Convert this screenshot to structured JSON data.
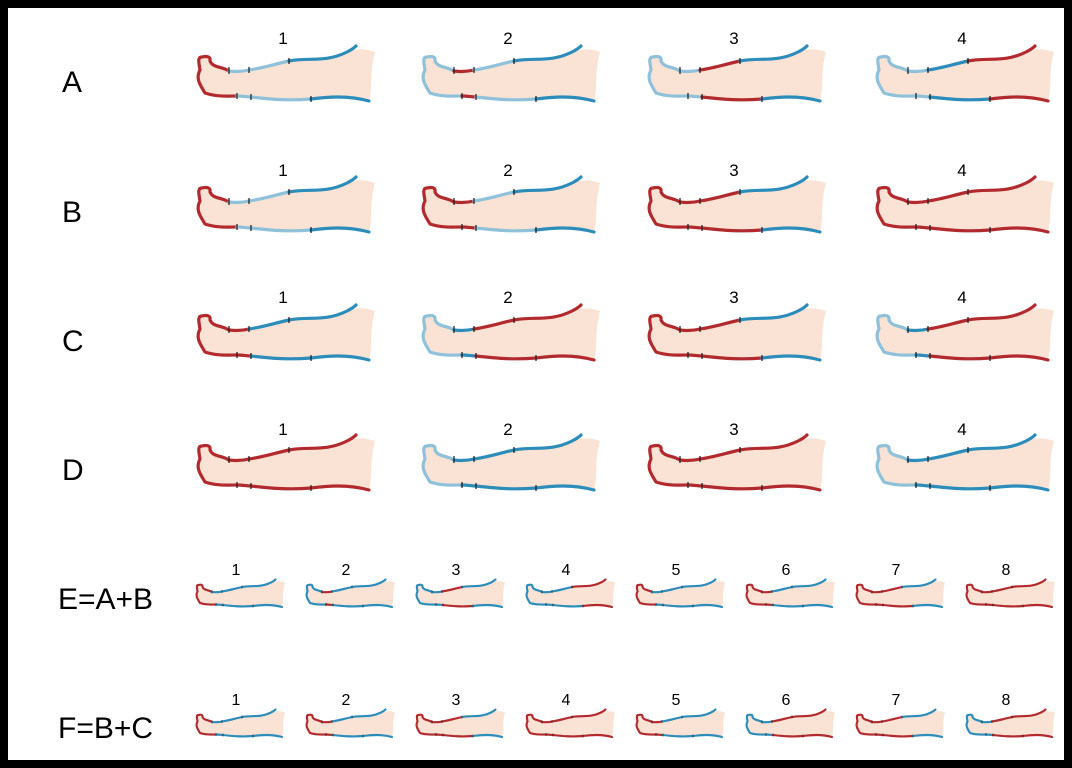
{
  "colors": {
    "skin": "#fae3d4",
    "red": "#b22a2e",
    "blue": "#2c8cba",
    "light_blue": "#8fc1da",
    "segment_divider": "#1a1a1a",
    "border": "#000000"
  },
  "segment_order": [
    "foot",
    "ankle",
    "lower_calf",
    "upper_calf"
  ],
  "rows": [
    {
      "label": "A",
      "size": "large",
      "legs": [
        {
          "number": "1",
          "segments": [
            "red",
            "light_blue",
            "light_blue",
            "blue"
          ]
        },
        {
          "number": "2",
          "segments": [
            "light_blue",
            "red",
            "light_blue",
            "blue"
          ]
        },
        {
          "number": "3",
          "segments": [
            "light_blue",
            "light_blue",
            "red",
            "blue"
          ]
        },
        {
          "number": "4",
          "segments": [
            "light_blue",
            "light_blue",
            "blue",
            "red"
          ]
        }
      ]
    },
    {
      "label": "B",
      "size": "large",
      "legs": [
        {
          "number": "1",
          "segments": [
            "red",
            "light_blue",
            "light_blue",
            "blue"
          ]
        },
        {
          "number": "2",
          "segments": [
            "red",
            "red",
            "light_blue",
            "blue"
          ]
        },
        {
          "number": "3",
          "segments": [
            "red",
            "red",
            "red",
            "blue"
          ]
        },
        {
          "number": "4",
          "segments": [
            "red",
            "red",
            "red",
            "red"
          ]
        }
      ]
    },
    {
      "label": "C",
      "size": "large",
      "legs": [
        {
          "number": "1",
          "segments": [
            "red",
            "red",
            "blue",
            "blue"
          ]
        },
        {
          "number": "2",
          "segments": [
            "light_blue",
            "blue",
            "red",
            "red"
          ]
        },
        {
          "number": "3",
          "segments": [
            "red",
            "red",
            "red",
            "blue"
          ]
        },
        {
          "number": "4",
          "segments": [
            "light_blue",
            "blue",
            "red",
            "red"
          ]
        }
      ]
    },
    {
      "label": "D",
      "size": "large",
      "legs": [
        {
          "number": "1",
          "segments": [
            "red",
            "red",
            "red",
            "red"
          ]
        },
        {
          "number": "2",
          "segments": [
            "light_blue",
            "blue",
            "blue",
            "blue"
          ]
        },
        {
          "number": "3",
          "segments": [
            "red",
            "red",
            "red",
            "red"
          ]
        },
        {
          "number": "4",
          "segments": [
            "light_blue",
            "blue",
            "blue",
            "blue"
          ]
        }
      ]
    },
    {
      "label": "E=A+B",
      "size": "small",
      "legs": [
        {
          "number": "1",
          "segments": [
            "red",
            "blue",
            "blue",
            "blue"
          ]
        },
        {
          "number": "2",
          "segments": [
            "blue",
            "red",
            "blue",
            "blue"
          ]
        },
        {
          "number": "3",
          "segments": [
            "blue",
            "blue",
            "red",
            "blue"
          ]
        },
        {
          "number": "4",
          "segments": [
            "blue",
            "blue",
            "blue",
            "red"
          ]
        },
        {
          "number": "5",
          "segments": [
            "red",
            "blue",
            "blue",
            "blue"
          ]
        },
        {
          "number": "6",
          "segments": [
            "red",
            "red",
            "blue",
            "blue"
          ]
        },
        {
          "number": "7",
          "segments": [
            "red",
            "red",
            "red",
            "blue"
          ]
        },
        {
          "number": "8",
          "segments": [
            "red",
            "red",
            "red",
            "red"
          ]
        }
      ]
    },
    {
      "label": "F=B+C",
      "size": "small",
      "legs": [
        {
          "number": "1",
          "segments": [
            "red",
            "blue",
            "blue",
            "blue"
          ]
        },
        {
          "number": "2",
          "segments": [
            "red",
            "red",
            "blue",
            "blue"
          ]
        },
        {
          "number": "3",
          "segments": [
            "red",
            "red",
            "red",
            "blue"
          ]
        },
        {
          "number": "4",
          "segments": [
            "red",
            "red",
            "red",
            "red"
          ]
        },
        {
          "number": "5",
          "segments": [
            "red",
            "red",
            "blue",
            "blue"
          ]
        },
        {
          "number": "6",
          "segments": [
            "blue",
            "blue",
            "red",
            "red"
          ]
        },
        {
          "number": "7",
          "segments": [
            "red",
            "red",
            "red",
            "blue"
          ]
        },
        {
          "number": "8",
          "segments": [
            "blue",
            "blue",
            "red",
            "red"
          ]
        }
      ]
    }
  ]
}
